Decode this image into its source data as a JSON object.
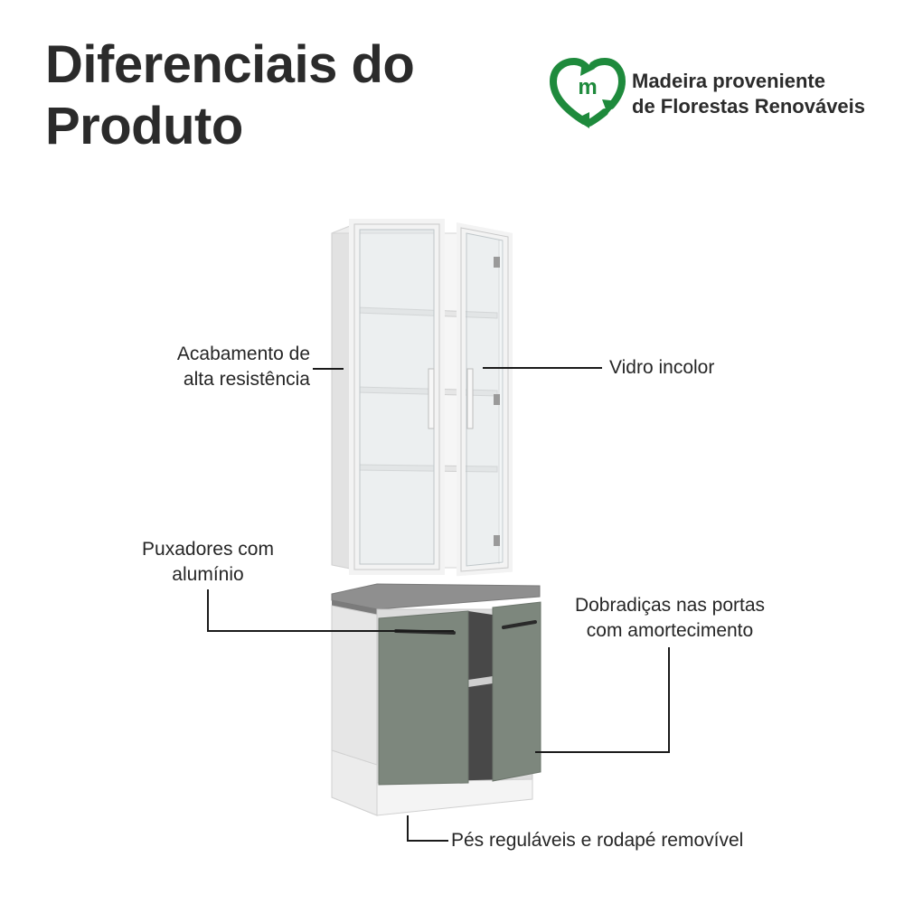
{
  "heading": {
    "line1": "Diferenciais do",
    "line2": "Produto"
  },
  "badge": {
    "icon_letter": "m",
    "line1": "Madeira proveniente",
    "line2": "de Florestas Renováveis",
    "color": "#1e8a3c"
  },
  "features": {
    "finish": {
      "line1": "Acabamento de",
      "line2": "alta resistência"
    },
    "glass": {
      "text": "Vidro incolor"
    },
    "handles": {
      "line1": "Puxadores com",
      "line2": "alumínio"
    },
    "hinges": {
      "line1": "Dobradiças nas portas",
      "line2": "com amortecimento"
    },
    "feet": {
      "text": "Pés reguláveis e rodapé removível"
    }
  },
  "colors": {
    "cabinet_white": "#f2f2f2",
    "door_green": "#7d877d",
    "countertop": "#8f8f8f",
    "handle": "#2a2a2a"
  }
}
